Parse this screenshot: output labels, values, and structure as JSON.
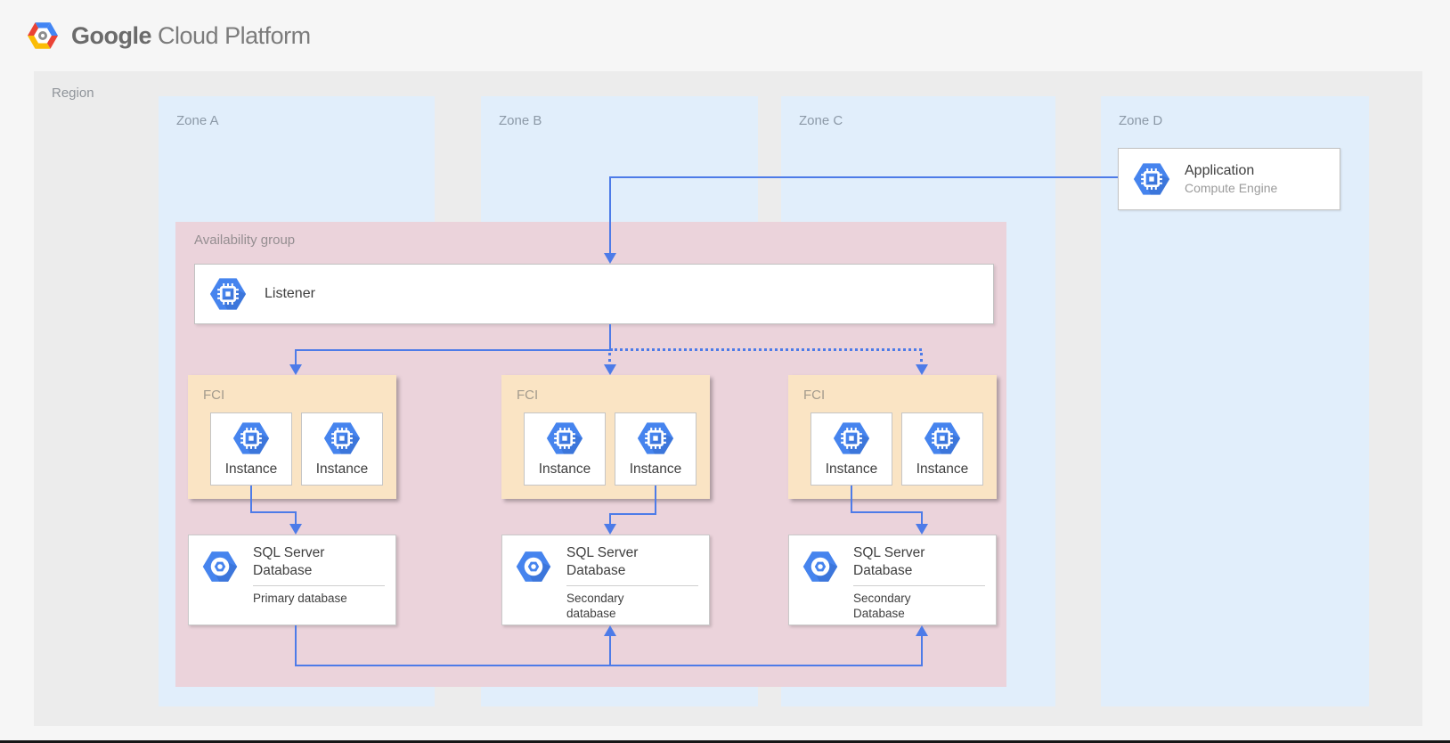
{
  "header": {
    "brand_primary": "Google",
    "brand_secondary": "Cloud Platform"
  },
  "region": {
    "label": "Region"
  },
  "zones": [
    {
      "label": "Zone A"
    },
    {
      "label": "Zone B"
    },
    {
      "label": "Zone C"
    },
    {
      "label": "Zone D"
    }
  ],
  "application": {
    "title": "Application",
    "subtitle": "Compute Engine"
  },
  "availability_group": {
    "label": "Availability group",
    "listener": {
      "label": "Listener"
    },
    "fci_groups": [
      {
        "label": "FCI",
        "instances": [
          {
            "label": "Instance"
          },
          {
            "label": "Instance"
          }
        ]
      },
      {
        "label": "FCI",
        "instances": [
          {
            "label": "Instance"
          },
          {
            "label": "Instance"
          }
        ]
      },
      {
        "label": "FCI",
        "instances": [
          {
            "label": "Instance"
          },
          {
            "label": "Instance"
          }
        ]
      }
    ],
    "databases": [
      {
        "title": "SQL Server Database",
        "subtitle": "Primary database"
      },
      {
        "title": "SQL Server Database",
        "subtitle": "Secondary database"
      },
      {
        "title": "SQL Server Database",
        "subtitle": "Secondary Database"
      }
    ]
  },
  "icons": {
    "gcp_logo": "multicolor-hexagon",
    "compute_engine": "blue-hexagon-chip",
    "cloud_sql": "blue-hexagon-ring"
  },
  "colors": {
    "arrow_blue": "#4d7be8",
    "icon_blue": "#4684ee",
    "zone_bg": "#e1eefb",
    "region_bg": "#ececec",
    "availability_group_bg": "#ebd3db",
    "fci_bg": "#fae4c4",
    "page_bg": "#f6f6f6"
  }
}
